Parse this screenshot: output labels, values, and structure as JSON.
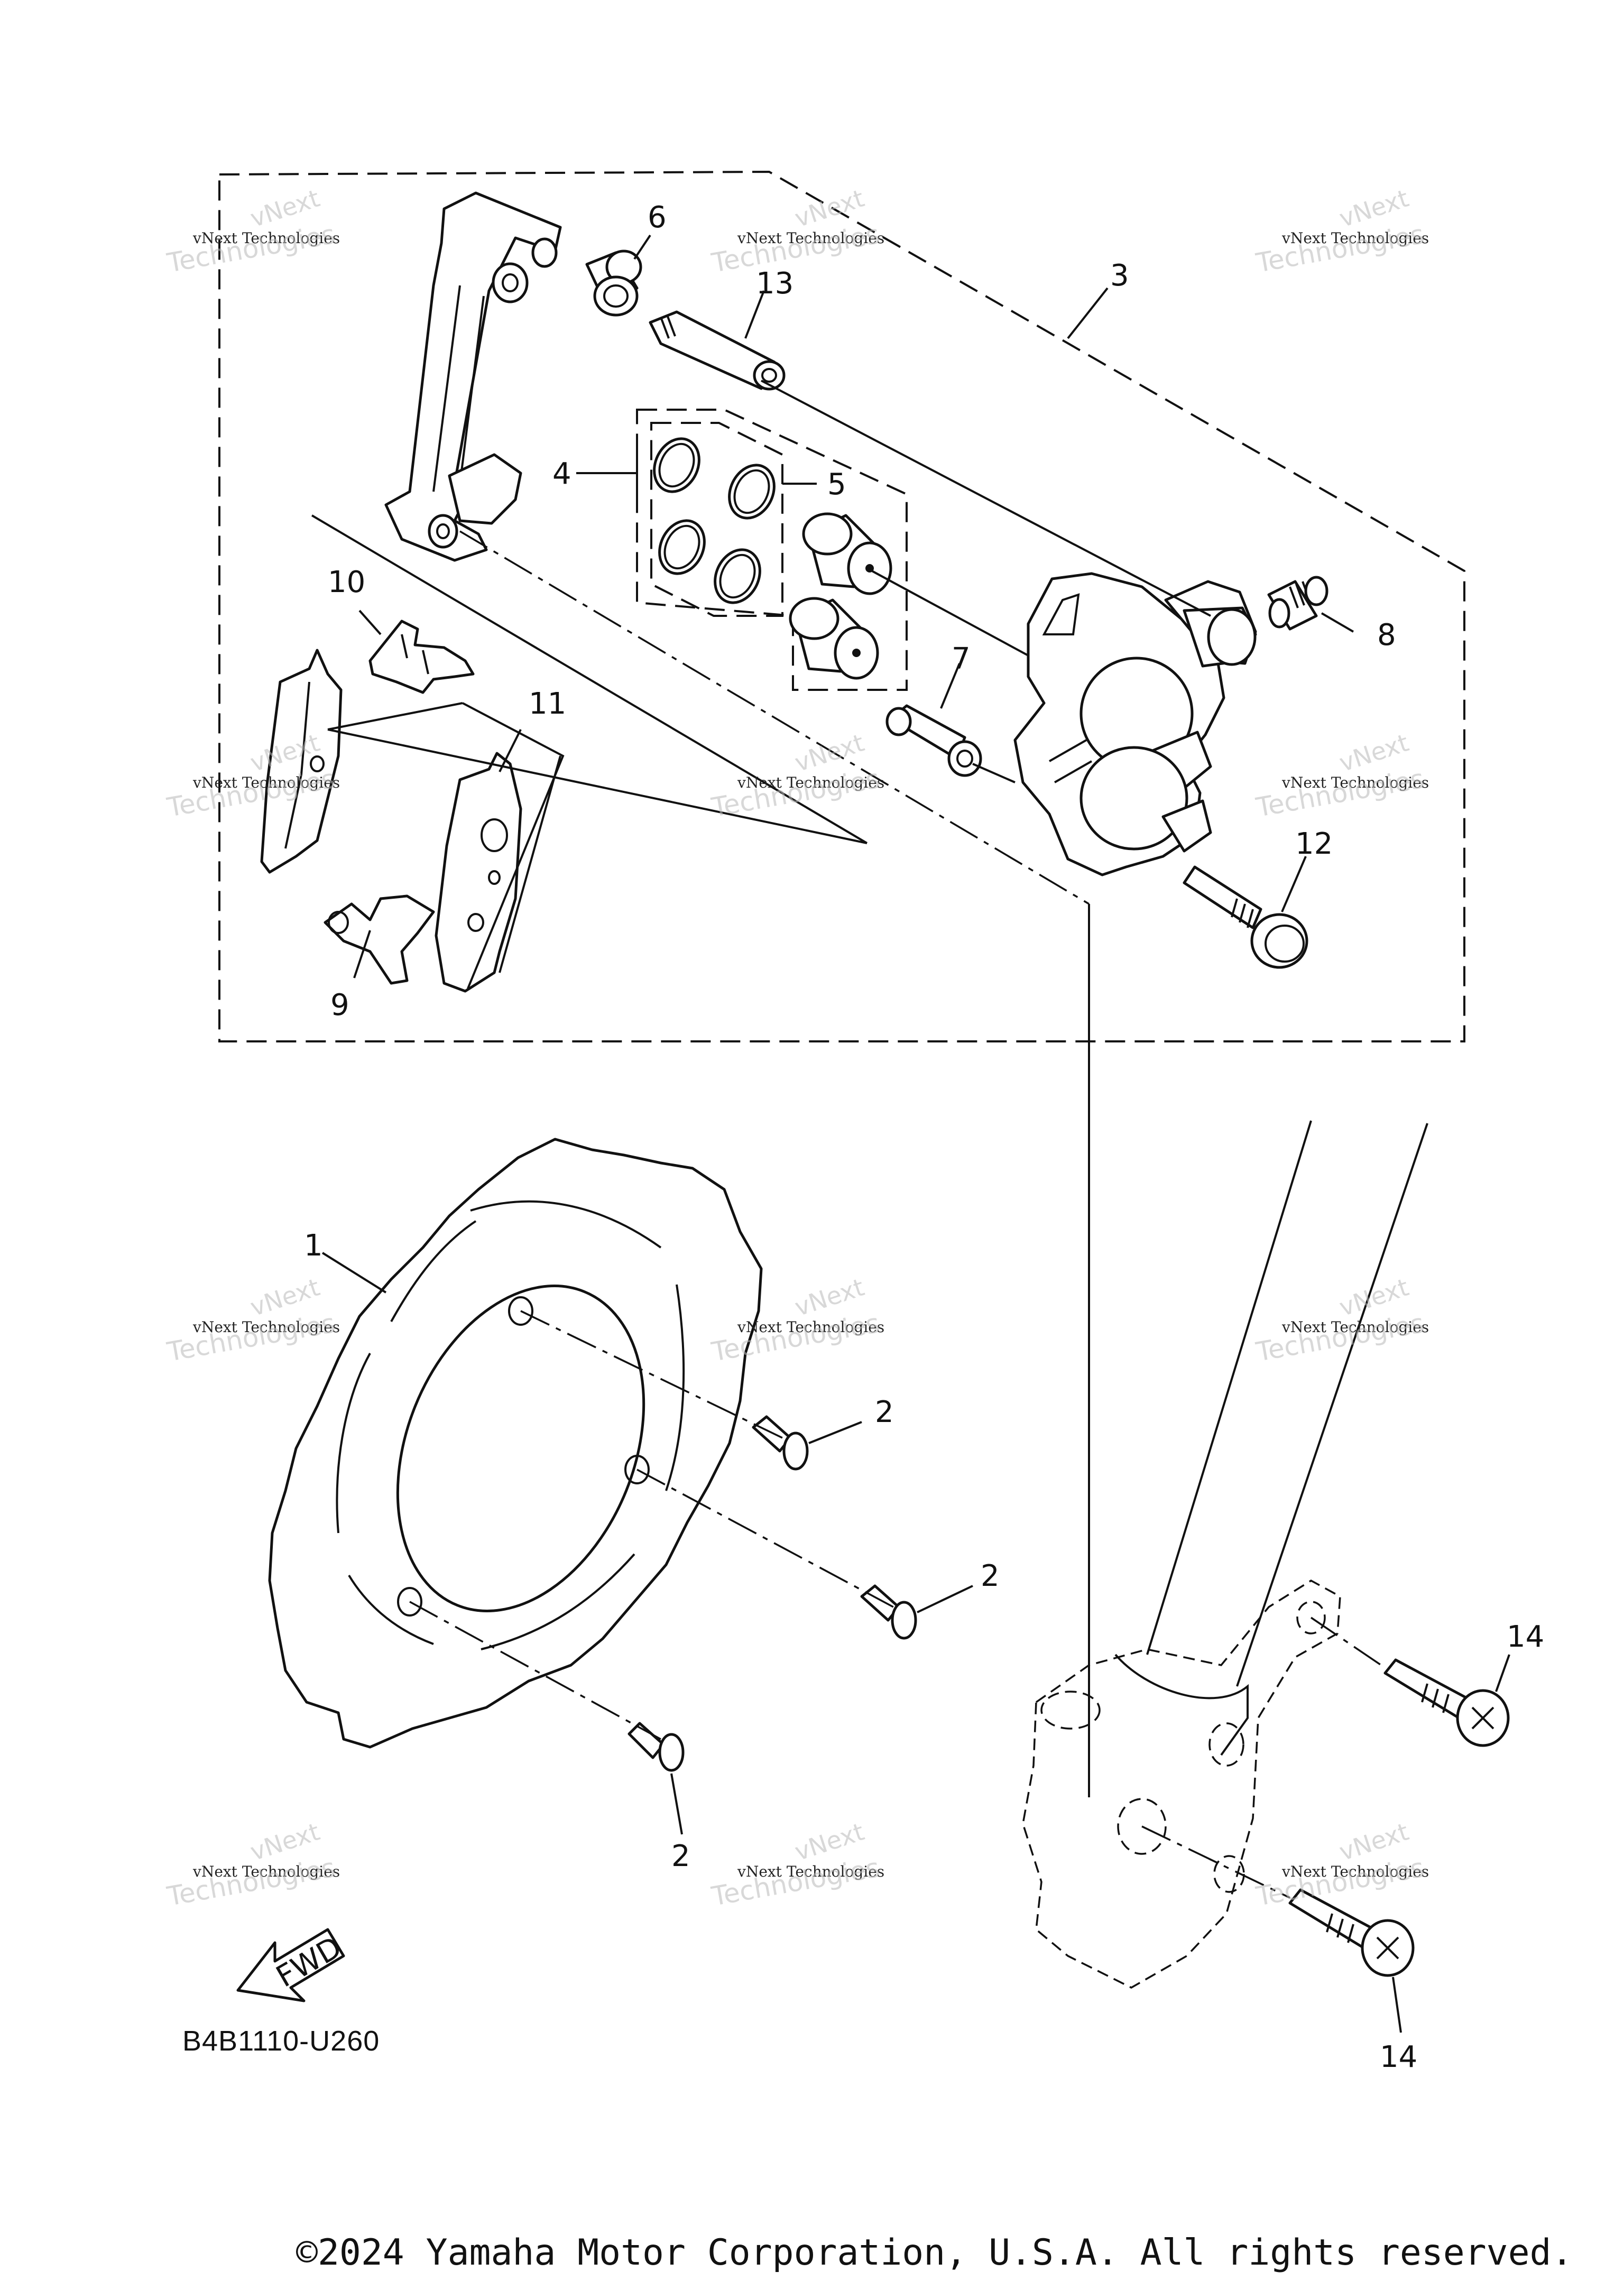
{
  "callouts": {
    "c1": "1",
    "c2a": "2",
    "c2b": "2",
    "c2c": "2",
    "c3": "3",
    "c4": "4",
    "c5": "5",
    "c6": "6",
    "c7": "7",
    "c8": "8",
    "c9": "9",
    "c10": "10",
    "c11": "11",
    "c12": "12",
    "c13": "13",
    "c14a": "14",
    "c14b": "14"
  },
  "fwd_label": "FWD",
  "diagram_code": "B4B1110-U260",
  "copyright": "©2024 Yamaha Motor Corporation, U.S.A. All rights reserved.",
  "watermark": {
    "line1": "vNext",
    "line2": "vNext Technologies",
    "line3": "Technologies"
  },
  "colors": {
    "ink": "#111111",
    "watermark": "#b9b9b9",
    "background": "#ffffff"
  }
}
